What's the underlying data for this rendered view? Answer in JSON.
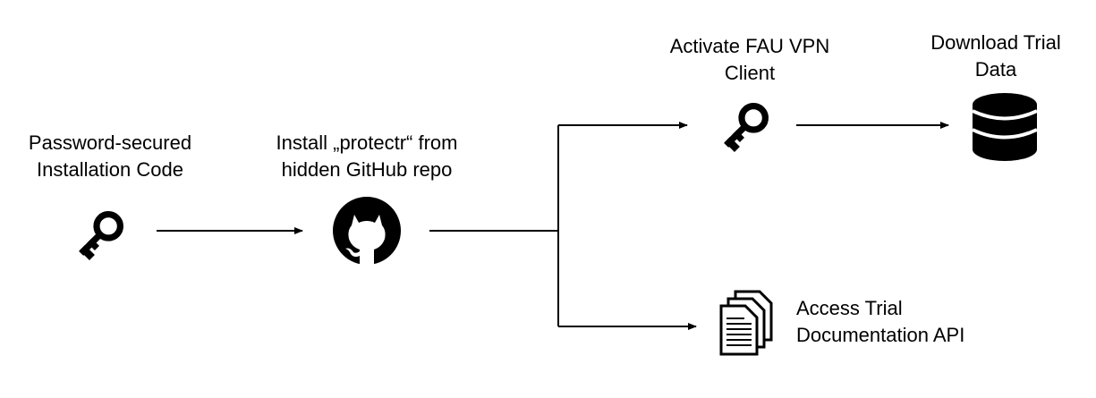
{
  "nodes": {
    "password_code": {
      "label_lines": [
        "Password-secured",
        "Installation Code"
      ],
      "icon": "key-icon"
    },
    "install_protectr": {
      "label_lines": [
        "Install „protectr“ from",
        "hidden GitHub repo"
      ],
      "icon": "github-icon"
    },
    "activate_vpn": {
      "label_lines": [
        "Activate FAU VPN",
        "Client"
      ],
      "icon": "key-icon"
    },
    "download_data": {
      "label_lines": [
        "Download Trial",
        "Data"
      ],
      "icon": "database-icon"
    },
    "access_api": {
      "label_lines": [
        "Access Trial",
        "Documentation API"
      ],
      "icon": "documents-icon"
    }
  },
  "edges": [
    {
      "from": "password_code",
      "to": "install_protectr"
    },
    {
      "from": "install_protectr",
      "to": "activate_vpn"
    },
    {
      "from": "install_protectr",
      "to": "access_api"
    },
    {
      "from": "activate_vpn",
      "to": "download_data"
    }
  ],
  "colors": {
    "foreground": "#000000",
    "background": "#ffffff"
  }
}
